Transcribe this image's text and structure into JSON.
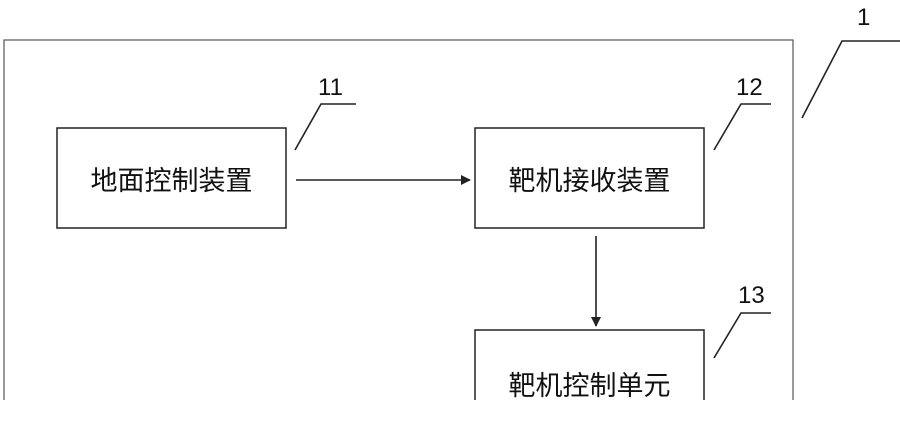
{
  "diagram": {
    "system_ref": "1",
    "nodes": [
      {
        "id": "ground",
        "label": "地面控制装置",
        "ref": "11"
      },
      {
        "id": "receiver",
        "label": "靶机接收装置",
        "ref": "12"
      },
      {
        "id": "controller",
        "label": "靶机控制单元",
        "ref": "13"
      }
    ],
    "edges": [
      {
        "from": "ground",
        "to": "receiver"
      },
      {
        "from": "receiver",
        "to": "controller"
      }
    ],
    "colors": {
      "stroke": "#222222",
      "outer_frame": "#555555",
      "text": "#111111",
      "background": "#ffffff"
    }
  }
}
